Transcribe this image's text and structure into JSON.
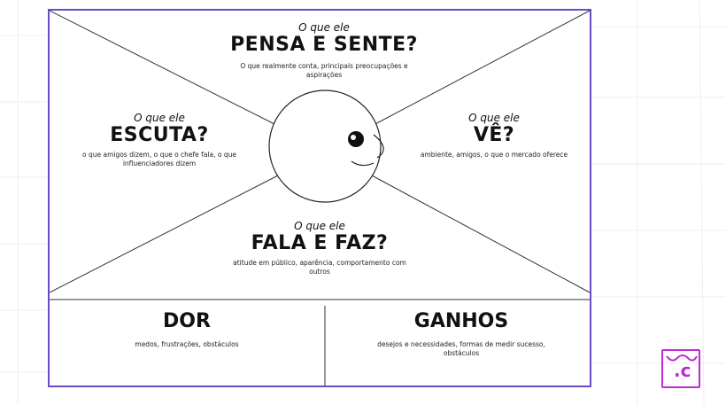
{
  "think_feel": {
    "question": "O que ele",
    "title": "PENSA E SENTE?",
    "description": "O que realmente conta, principais preocupações e aspirações"
  },
  "hear": {
    "question": "O que ele",
    "title": "ESCUTA?",
    "description": "o que amigos dizem, o que o chefe fala, o que influenciadores dizem"
  },
  "see": {
    "question": "O que ele",
    "title": "VÊ?",
    "description": "ambiente, amigos, o que o mercado oferece"
  },
  "say_do": {
    "question": "O que ele",
    "title": "FALA E FAZ?",
    "description": "atitude em público, aparência, comportamento com outros"
  },
  "pains": {
    "title": "DOR",
    "description": "medos, frustrações, obstáculos"
  },
  "gains": {
    "title": "GANHOS",
    "description": "desejos e necessidades, formas de medir sucesso, obstáculos"
  },
  "colors": {
    "frame": "#6a4bc4",
    "logo": "#c02ad6"
  }
}
